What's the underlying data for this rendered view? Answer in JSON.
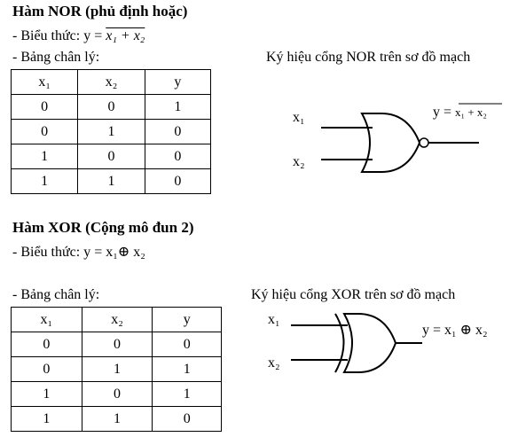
{
  "nor": {
    "title": "Hàm NOR  (phủ định hoặc)",
    "expr_prefix": "- Biểu thức: y = ",
    "expr_formula": "x₁ + x₂",
    "truth_label": "- Bảng chân lý:",
    "symbol_caption": "Ký hiệu cổng NOR trên sơ đồ mạch",
    "gate_input1": "x₁",
    "gate_input2": "x₂",
    "gate_output_prefix": "y = ",
    "gate_output_formula": "x₁ + x₂",
    "table": {
      "headers": [
        "x₁",
        "x₂",
        "y"
      ],
      "rows": [
        [
          "0",
          "0",
          "1"
        ],
        [
          "0",
          "1",
          "0"
        ],
        [
          "1",
          "0",
          "0"
        ],
        [
          "1",
          "1",
          "0"
        ]
      ]
    }
  },
  "xor": {
    "title": "Hàm XOR (Cộng mô đun 2)",
    "expr": "- Biểu thức: y = x₁⊕ x₂",
    "truth_label": "- Bảng chân lý:",
    "symbol_caption": "Ký hiệu cổng XOR trên sơ đồ mạch",
    "gate_input1": "x₁",
    "gate_input2": "x₂",
    "gate_output": "y = x₁ ⊕ x₂",
    "table": {
      "headers": [
        "x₁",
        "x₂",
        "y"
      ],
      "rows": [
        [
          "0",
          "0",
          "0"
        ],
        [
          "0",
          "1",
          "1"
        ],
        [
          "1",
          "0",
          "1"
        ],
        [
          "1",
          "1",
          "0"
        ]
      ]
    }
  }
}
